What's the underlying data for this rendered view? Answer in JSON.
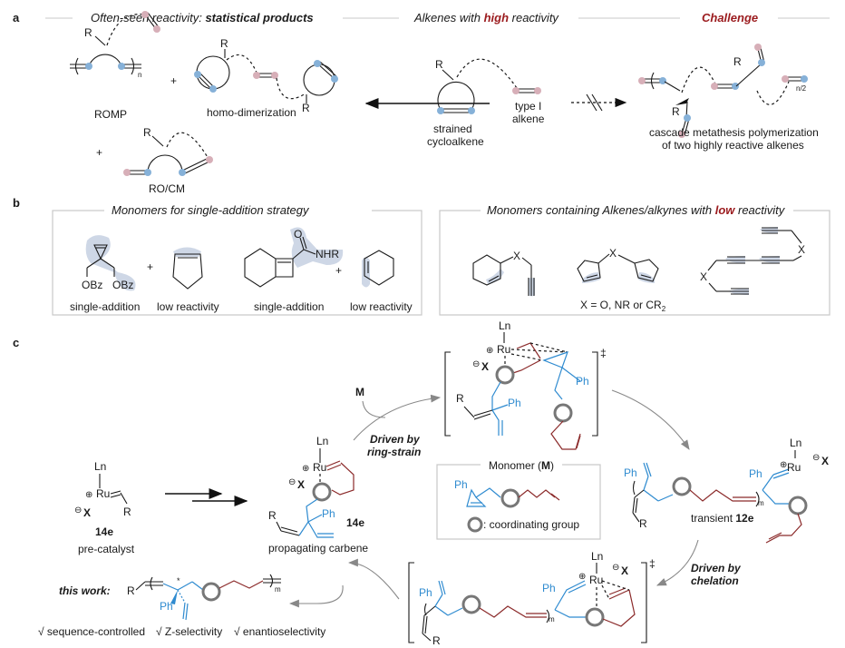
{
  "panel_a": {
    "label": "a",
    "heading_left_prefix": "Often-seen reactivity: ",
    "heading_left_bold": "statistical products",
    "heading_mid_prefix": "Alkenes with ",
    "heading_mid_highlight": "high",
    "heading_mid_suffix": " reactivity",
    "heading_right": "Challenge",
    "products": {
      "romp": "ROMP",
      "romp_sub": "n",
      "homo": "homo-dimerization",
      "rocm": "RO/CM",
      "plus": "+"
    },
    "reactants": {
      "r_label": "R",
      "strained_line1": "strained",
      "strained_line2": "cycloalkene",
      "type1_line1": "type I",
      "type1_line2": "alkene"
    },
    "challenge": {
      "sub": "n/2",
      "line1": "cascade metathesis polymerization",
      "line2": "of two highly reactive alkenes"
    }
  },
  "panel_b": {
    "label": "b",
    "left_title": "Monomers for single-addition strategy",
    "left_items": [
      {
        "label": "single-addition",
        "substituents": [
          "OBz",
          "OBz"
        ]
      },
      {
        "label": "low reactivity"
      },
      {
        "label": "single-addition",
        "substituents": [
          "O",
          "NHR"
        ]
      },
      {
        "label": "low reactivity"
      }
    ],
    "right_title_prefix": "Monomers containing Alkenes/alkynes with ",
    "right_title_highlight": "low",
    "right_title_suffix": " reactivity",
    "x_label": "X",
    "x_def_prefix": "X = O, NR or CR",
    "x_def_sub": "2"
  },
  "panel_c": {
    "label": "c",
    "precatalyst": {
      "ligand": "Ln",
      "metal": "Ru",
      "anion": "X",
      "r": "R",
      "id": "14e",
      "name": "pre-catalyst"
    },
    "propagating": {
      "ligand": "Ln",
      "metal": "Ru",
      "anion": "X",
      "r": "R",
      "ph": "Ph",
      "id": "14e",
      "name": "propagating carbene"
    },
    "monomer_arrow_label": "M",
    "ring_strain_line1": "Driven by",
    "ring_strain_line2": "ring-strain",
    "chelation_line1": "Driven by",
    "chelation_line2": "chelation",
    "ts_symbol": "‡",
    "monomer_box": {
      "title_prefix": "Monomer (",
      "title_bold": "M",
      "title_suffix": ")",
      "ph": "Ph",
      "legend": ": coordinating group"
    },
    "transient": {
      "prefix": "transient ",
      "id": "12e",
      "sub": "m",
      "ph": "Ph",
      "r": "R",
      "ligand": "Ln",
      "metal": "Ru",
      "anion": "X"
    },
    "this_work": {
      "label": "this work:",
      "r": "R",
      "ph": "Ph",
      "sub": "m",
      "stereo": "*",
      "features": [
        "√ sequence-controlled",
        "√ Z-selectivity",
        "√ enantioselectivity"
      ]
    }
  },
  "colors": {
    "accent_red": "#9b1b1e",
    "accent_blue": "#2f8bd0",
    "chain_red": "#8b2a2a",
    "dot_blue": "#86b1d8",
    "dot_pink": "#d7afb8",
    "highlight": "#c9d3e3"
  }
}
